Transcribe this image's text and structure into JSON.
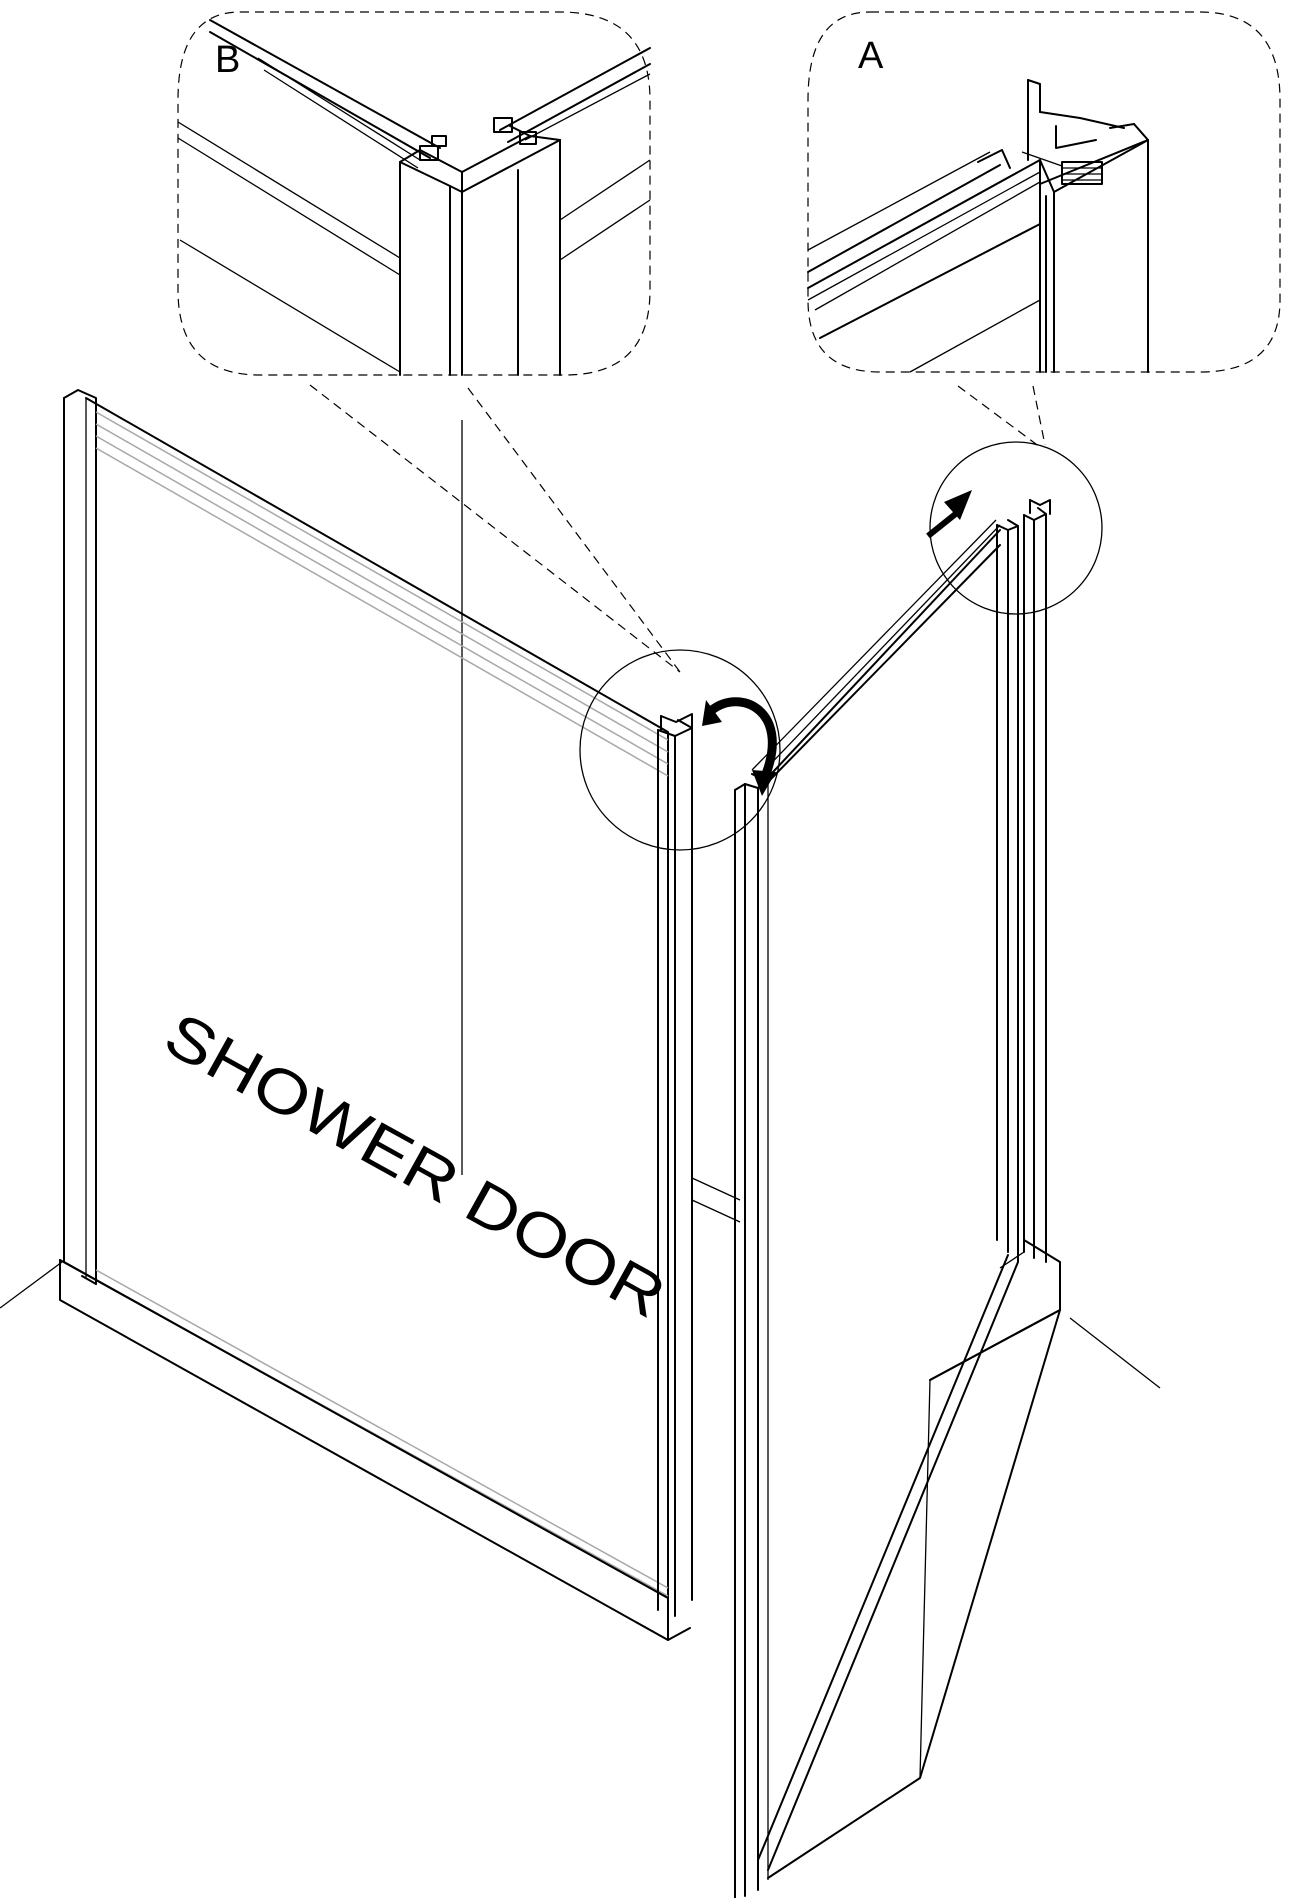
{
  "labels": {
    "callout_a": "A",
    "callout_b": "B",
    "panel_text": "SHOWER DOOR"
  },
  "colors": {
    "line": "#000000",
    "background": "#ffffff",
    "glass_edge": "#a8a8a8"
  },
  "icons": {
    "rotate_arrow": "curved-arrow-icon",
    "push_arrow": "straight-arrow-icon"
  }
}
